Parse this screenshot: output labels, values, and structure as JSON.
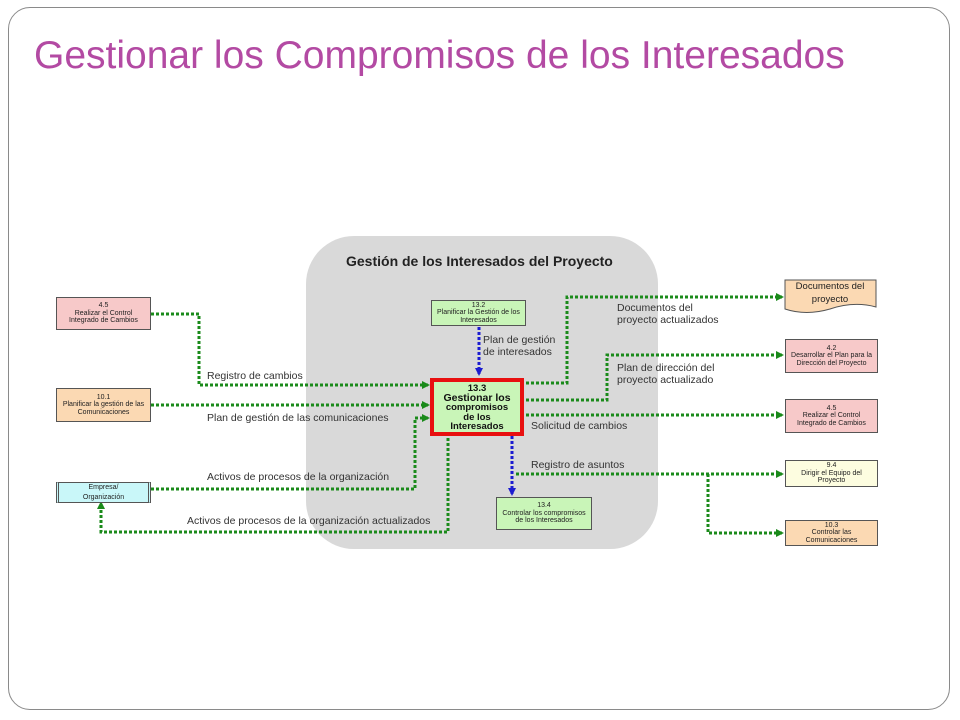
{
  "title": "Gestionar los Compromisos de los Interesados",
  "panel_title": "Gestión de los Interesados del Proyecto",
  "main_process": {
    "number": "13.3",
    "line1": "Gestionar los",
    "line2": "compromisos",
    "line3": "de los",
    "line4": "Interesados"
  },
  "processes": {
    "p13_2": "13.2\nPlanificar la Gestión de los Interesados",
    "p13_4": "13.4\nControlar los compromisos de los Interesados",
    "in_4_5": "4.5\nRealizar el Control Integrado de Cambios",
    "in_10_1": "10.1\nPlanificar la gestión de las Comunicaciones",
    "in_enterprise": "Empresa/\nOrganización",
    "out_documents": "Documentos del proyecto",
    "out_4_2": "4.2\nDesarrollar el Plan para la Dirección del Proyecto",
    "out_4_5": "4.5\nRealizar el Control Integrado de Cambios",
    "out_9_4": "9.4\nDirigir el Equipo del Proyecto",
    "out_10_3": "10.3\nControlar las Comunicaciones"
  },
  "flow_labels": {
    "registro_cambios": "Registro de cambios",
    "plan_comunicaciones": "Plan de gestión de las comunicaciones",
    "activos_procesos": "Activos de procesos de la organización",
    "activos_actualizados": "Activos de procesos de la organización actualizados",
    "plan_interesados_1": "Plan de gestión",
    "plan_interesados_2": "de interesados",
    "documentos_act_1": "Documentos del",
    "documentos_act_2": "proyecto actualizados",
    "plan_direccion_1": "Plan de dirección del",
    "plan_direccion_2": "proyecto actualizado",
    "solicitud_cambios": "Solicitud de cambios",
    "registro_asuntos": "Registro de asuntos"
  },
  "colors": {
    "title": "#b34aa3",
    "flow_green": "#1a8a1a",
    "flow_blue": "#1c1cd0",
    "main_border": "#e81010",
    "panel": "#d9d9d9"
  }
}
